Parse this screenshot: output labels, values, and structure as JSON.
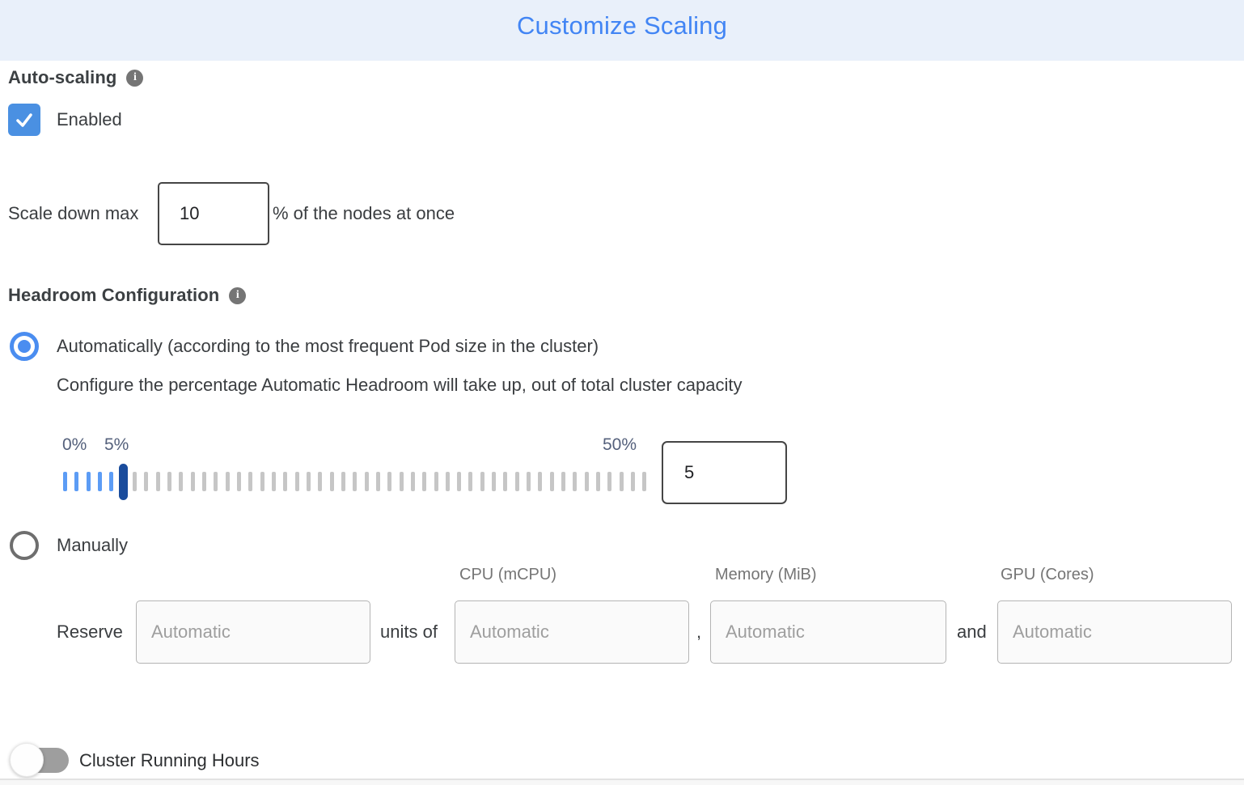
{
  "header": {
    "title": "Customize Scaling"
  },
  "autoscaling": {
    "label": "Auto-scaling",
    "info_icon": "info-icon",
    "checkbox": {
      "checked": true,
      "label": "Enabled"
    }
  },
  "scale_down": {
    "prefix": "Scale down max",
    "value": "10",
    "suffix": "% of the nodes at once"
  },
  "headroom": {
    "label": "Headroom Configuration",
    "info_icon": "info-icon",
    "auto_option": {
      "selected": true,
      "label": "Automatically (according to the most frequent Pod size in the cluster)",
      "description": "Configure the percentage Automatic Headroom will take up, out of total cluster capacity"
    },
    "slider": {
      "min_label": "0%",
      "current_label": "5%",
      "max_label": "50%",
      "value": "5",
      "tick_count": 51,
      "active_ticks": 6,
      "handle_index": 5
    },
    "manual_option": {
      "selected": false,
      "label": "Manually"
    },
    "reserve": {
      "label": "Reserve",
      "units_input_placeholder": "Automatic",
      "units_of_text": "units of",
      "comma_text": ",",
      "and_text": "and",
      "columns": [
        {
          "header": "CPU (mCPU)",
          "placeholder": "Automatic"
        },
        {
          "header": "Memory (MiB)",
          "placeholder": "Automatic"
        },
        {
          "header": "GPU (Cores)",
          "placeholder": "Automatic"
        }
      ]
    }
  },
  "cluster_running_hours": {
    "label": "Cluster Running Hours",
    "toggle_on": false
  },
  "colors": {
    "header_bg": "#e9f0fa",
    "title_blue": "#4285f4",
    "checkbox_blue": "#4a90e2",
    "radio_blue": "#4a8df0",
    "tick_blue": "#5c9cf5",
    "tick_gray": "#c6c6c6",
    "slider_handle_navy": "#1a4c9c",
    "info_icon_gray": "#757575",
    "toggle_off_gray": "#9e9e9e",
    "text_dark": "#3a3d40"
  }
}
